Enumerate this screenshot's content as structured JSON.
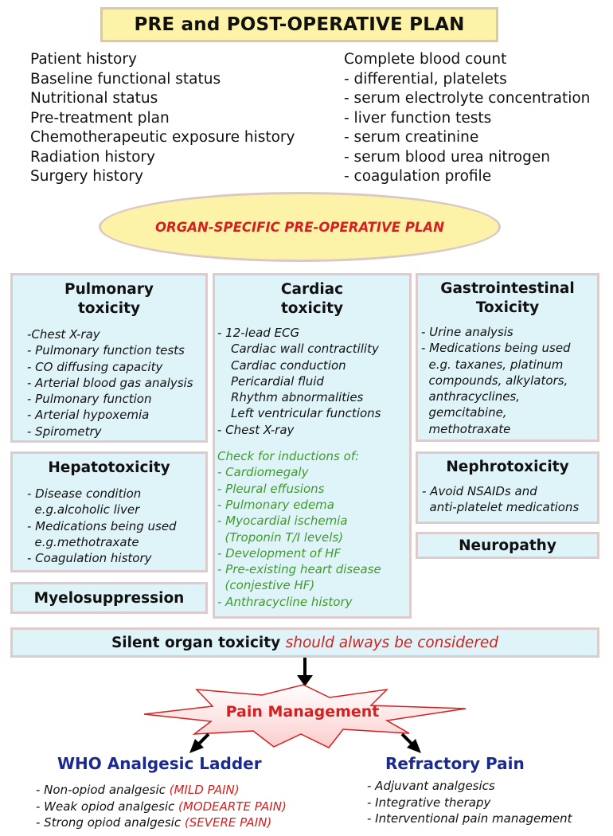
{
  "title": "PRE and POST-OPERATIVE PLAN",
  "general_left": [
    "Patient history",
    "Baseline functional status",
    "Nutritional status",
    "Pre-treatment plan",
    "Chemotherapeutic exposure history",
    "Radiation history",
    "Surgery history"
  ],
  "general_right": [
    "Complete blood count",
    "- differential, platelets",
    "- serum electrolyte concentration",
    "- liver function tests",
    "- serum creatinine",
    "- serum blood urea nitrogen",
    "- coagulation profile"
  ],
  "organ_plan_title": "ORGAN-SPECIFIC PRE-OPERATIVE PLAN",
  "pulmonary": {
    "title_line1": "Pulmonary",
    "title_line2": "toxicity",
    "items": [
      "-Chest X-ray",
      "- Pulmonary function tests",
      "- CO diffusing capacity",
      "- Arterial blood gas analysis",
      "- Pulmonary function",
      "- Arterial hypoxemia",
      "- Spirometry"
    ]
  },
  "cardiac": {
    "title_line1": "Cardiac",
    "title_line2": "toxicity",
    "first": "- 12-lead ECG",
    "ecg_items": [
      "Cardiac wall contractility",
      "Cardiac conduction",
      "Pericardial fluid",
      "Rhythm abnormalities",
      "Left ventricular functions"
    ],
    "chest": "- Chest X-ray",
    "check_title": "Check for inductions of:",
    "check_items": [
      "- Cardiomegaly",
      "- Pleural effusions",
      "- Pulmonary edema",
      "- Myocardial ischemia",
      "  (Troponin T/I levels)",
      "- Development of HF",
      "- Pre-existing heart disease",
      "  (conjestive HF)",
      "- Anthracycline history"
    ]
  },
  "gi": {
    "title_line1": "Gastrointestinal",
    "title_line2": "Toxicity",
    "items": [
      "- Urine analysis",
      "- Medications being used",
      "  e.g. taxanes, platinum",
      "  compounds, alkylators,",
      "  anthracyclines,",
      "  gemcitabine,",
      "  methotraxate"
    ]
  },
  "hepato": {
    "title": "Hepatotoxicity",
    "items": [
      "- Disease condition",
      "  e.g.alcoholic liver",
      "- Medications being used",
      "  e.g.methotraxate",
      "- Coagulation history"
    ]
  },
  "myelo": "Myelosuppression",
  "nephro": {
    "title": "Nephrotoxicity",
    "items": [
      "- Avoid NSAIDs and",
      "  anti-platelet medications"
    ]
  },
  "neuro": "Neuropathy",
  "silent": {
    "bold": "Silent organ toxicity",
    "italic": "should always be considered"
  },
  "pain": "Pain Management",
  "who": {
    "title": "WHO Analgesic Ladder",
    "items": [
      {
        "text": "- Non-opiod analgesic ",
        "note": "(MILD PAIN)"
      },
      {
        "text": "- Weak opiod analgesic ",
        "note": "(MODEARTE PAIN)"
      },
      {
        "text": "- Strong opiod analgesic ",
        "note": "(SEVERE PAIN)"
      }
    ]
  },
  "refractory": {
    "title": "Refractory Pain",
    "items": [
      "- Adjuvant analgesics",
      "- Integrative therapy",
      "- Interventional pain management"
    ]
  },
  "colors": {
    "yellow": "#fdf3a8",
    "cyan": "#dff4f9",
    "red": "#d42020",
    "green": "#3f9a2a",
    "navy": "#1a2a8e",
    "pink": "#fddede"
  }
}
